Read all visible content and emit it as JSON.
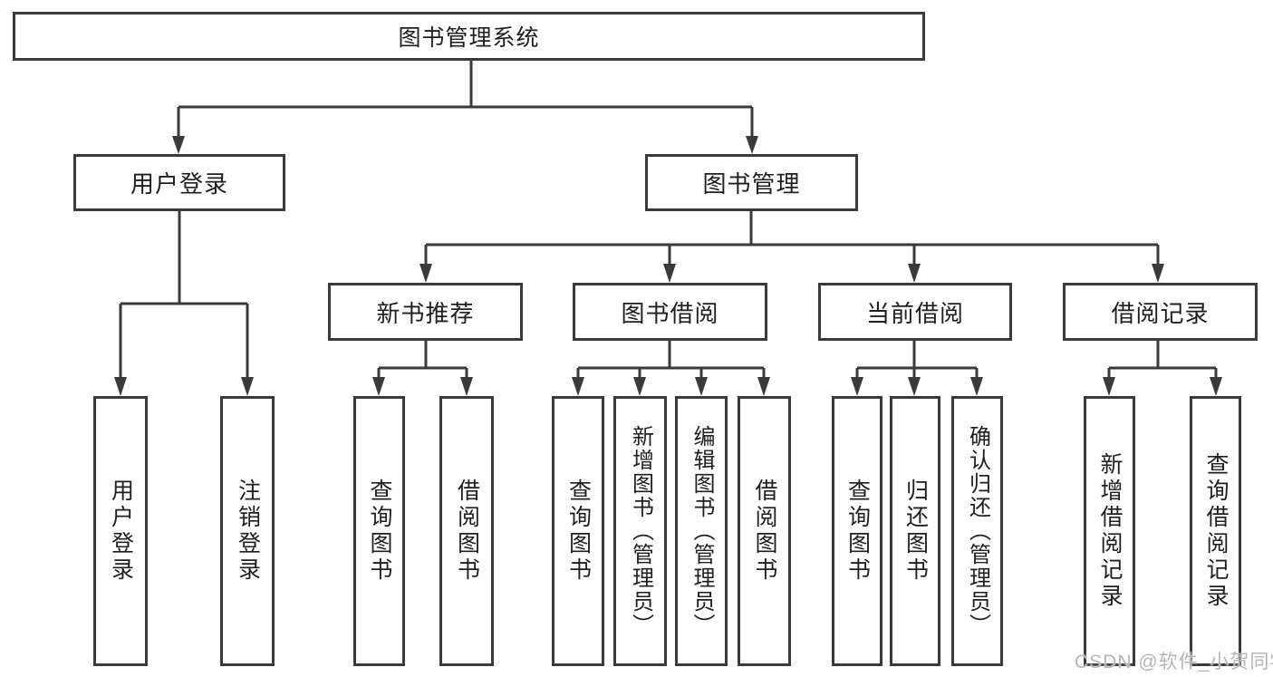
{
  "root": {
    "label": "图书管理系统"
  },
  "branches": [
    {
      "label": "用户登录",
      "leaves": [
        {
          "label": "用户登录"
        },
        {
          "label": "注销登录"
        }
      ]
    },
    {
      "label": "图书管理",
      "groups": [
        {
          "label": "新书推荐",
          "leaves": [
            {
              "label": "查询图书"
            },
            {
              "label": "借阅图书"
            }
          ]
        },
        {
          "label": "图书借阅",
          "leaves": [
            {
              "label": "查询图书"
            },
            {
              "label": "新增图书（管理员）"
            },
            {
              "label": "编辑图书（管理员）"
            },
            {
              "label": "借阅图书"
            }
          ]
        },
        {
          "label": "当前借阅",
          "leaves": [
            {
              "label": "查询图书"
            },
            {
              "label": "归还图书"
            },
            {
              "label": "确认归还（管理员）"
            }
          ]
        },
        {
          "label": "借阅记录",
          "leaves": [
            {
              "label": "新增借阅记录"
            },
            {
              "label": "查询借阅记录"
            }
          ]
        }
      ]
    }
  ],
  "watermark": "CSDN @软件_小贺同学",
  "colors": {
    "line": "#3a3a3a",
    "text": "#1f1f1f",
    "watermark": "#b6b6b6",
    "background": "#ffffff"
  }
}
